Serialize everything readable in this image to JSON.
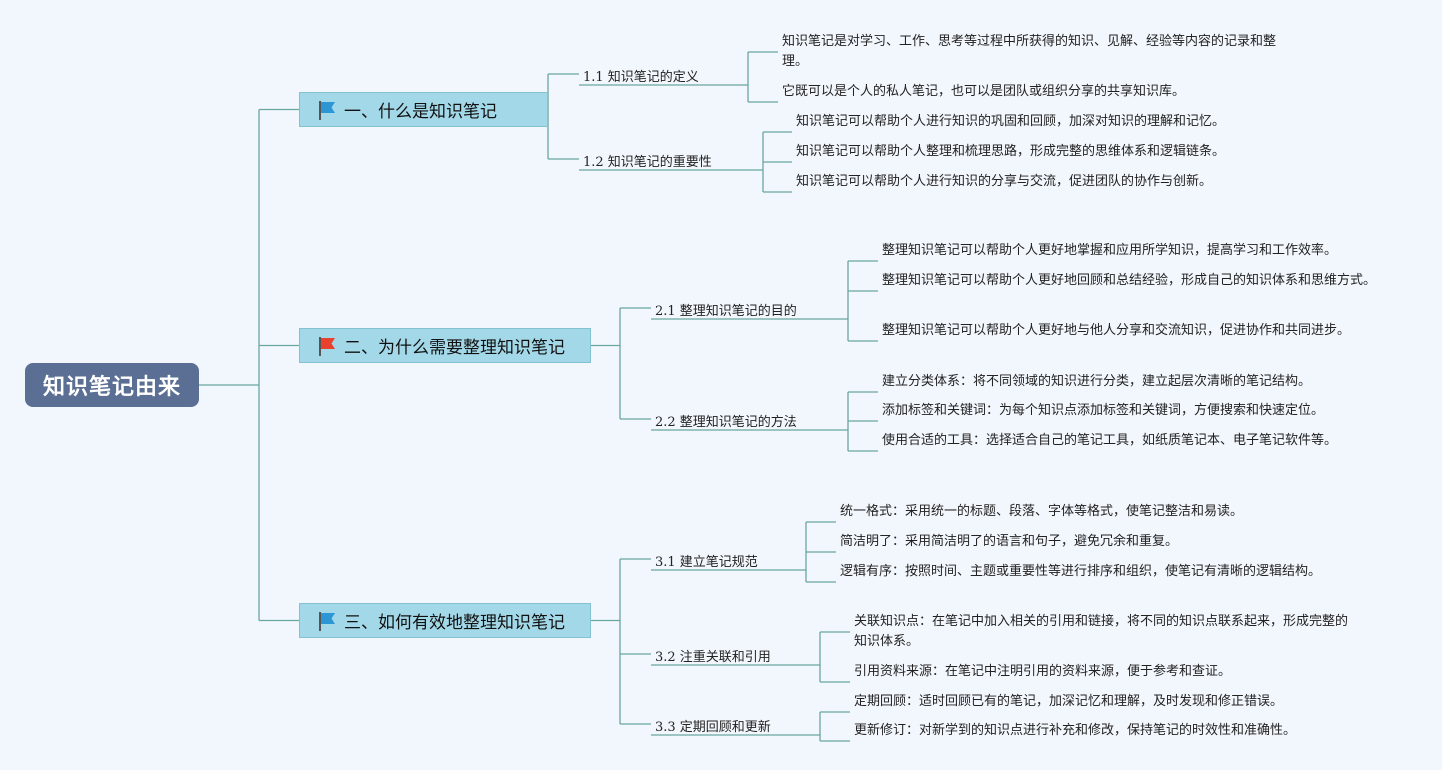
{
  "root": "知识笔记由来",
  "colors": {
    "root_bg": "#5a6f93",
    "main_bg": "#a3d8e8",
    "line": "#6aa6a0",
    "flag_blue": "#2d97d6",
    "flag_red": "#e8412e"
  },
  "branches": [
    {
      "label": "一、什么是知识笔记",
      "flag": "blue-flag-icon",
      "subs": [
        {
          "label": "1.1 知识笔记的定义",
          "leaves": [
            "知识笔记是对学习、工作、思考等过程中所获得的知识、见解、经验等内容的记录和整理。",
            "它既可以是个人的私人笔记，也可以是团队或组织分享的共享知识库。"
          ]
        },
        {
          "label": "1.2 知识笔记的重要性",
          "leaves": [
            "知识笔记可以帮助个人进行知识的巩固和回顾，加深对知识的理解和记忆。",
            "知识笔记可以帮助个人整理和梳理思路，形成完整的思维体系和逻辑链条。",
            "知识笔记可以帮助个人进行知识的分享与交流，促进团队的协作与创新。"
          ]
        }
      ]
    },
    {
      "label": "二、为什么需要整理知识笔记",
      "flag": "red-flag-icon",
      "subs": [
        {
          "label": "2.1 整理知识笔记的目的",
          "leaves": [
            "整理知识笔记可以帮助个人更好地掌握和应用所学知识，提高学习和工作效率。",
            "整理知识笔记可以帮助个人更好地回顾和总结经验，形成自己的知识体系和思维方式。",
            "整理知识笔记可以帮助个人更好地与他人分享和交流知识，促进协作和共同进步。"
          ]
        },
        {
          "label": "2.2 整理知识笔记的方法",
          "leaves": [
            "建立分类体系：将不同领域的知识进行分类，建立起层次清晰的笔记结构。",
            "添加标签和关键词：为每个知识点添加标签和关键词，方便搜索和快速定位。",
            "使用合适的工具：选择适合自己的笔记工具，如纸质笔记本、电子笔记软件等。"
          ]
        }
      ]
    },
    {
      "label": "三、如何有效地整理知识笔记",
      "flag": "blue-flag-icon",
      "subs": [
        {
          "label": "3.1 建立笔记规范",
          "leaves": [
            "统一格式：采用统一的标题、段落、字体等格式，使笔记整洁和易读。",
            "简洁明了：采用简洁明了的语言和句子，避免冗余和重复。",
            "逻辑有序：按照时间、主题或重要性等进行排序和组织，使笔记有清晰的逻辑结构。"
          ]
        },
        {
          "label": "3.2 注重关联和引用",
          "leaves": [
            "关联知识点：在笔记中加入相关的引用和链接，将不同的知识点联系起来，形成完整的知识体系。",
            "引用资料来源：在笔记中注明引用的资料来源，便于参考和查证。"
          ]
        },
        {
          "label": "3.3 定期回顾和更新",
          "leaves": [
            "定期回顾：适时回顾已有的笔记，加深记忆和理解，及时发现和修正错误。",
            "更新修订：对新学到的知识点进行补充和修改，保持笔记的时效性和准确性。"
          ]
        }
      ]
    }
  ]
}
